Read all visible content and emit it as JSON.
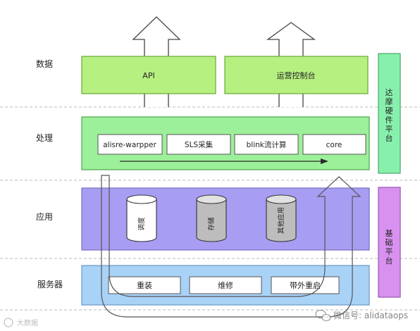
{
  "layers": {
    "data": "数据",
    "processing": "处理",
    "application": "应用",
    "server": "服务器"
  },
  "data_layer": {
    "api": "API",
    "console": "运营控制台"
  },
  "processing_layer": {
    "items": [
      "alisre-warpper",
      "SLS采集",
      "blink流计算",
      "core"
    ]
  },
  "application_layer": {
    "cylinders": [
      "调度",
      "存储",
      "其他应用"
    ]
  },
  "server_layer": {
    "items": [
      "重装",
      "维修",
      "带外重启"
    ]
  },
  "side_panels": {
    "top": "达摩硬件平台",
    "bottom": "基础平台"
  },
  "watermarks": {
    "left": "大数据",
    "right": "微信号: alidataops"
  },
  "colors": {
    "data_fill": "#b6f080",
    "processing_fill": "#9df09a",
    "application_fill": "#a79df2",
    "server_fill": "#a9d2f7",
    "side_top_fill": "#88f0ad",
    "side_bottom_fill": "#d891ee",
    "dashed_line": "#b8b8b8"
  }
}
